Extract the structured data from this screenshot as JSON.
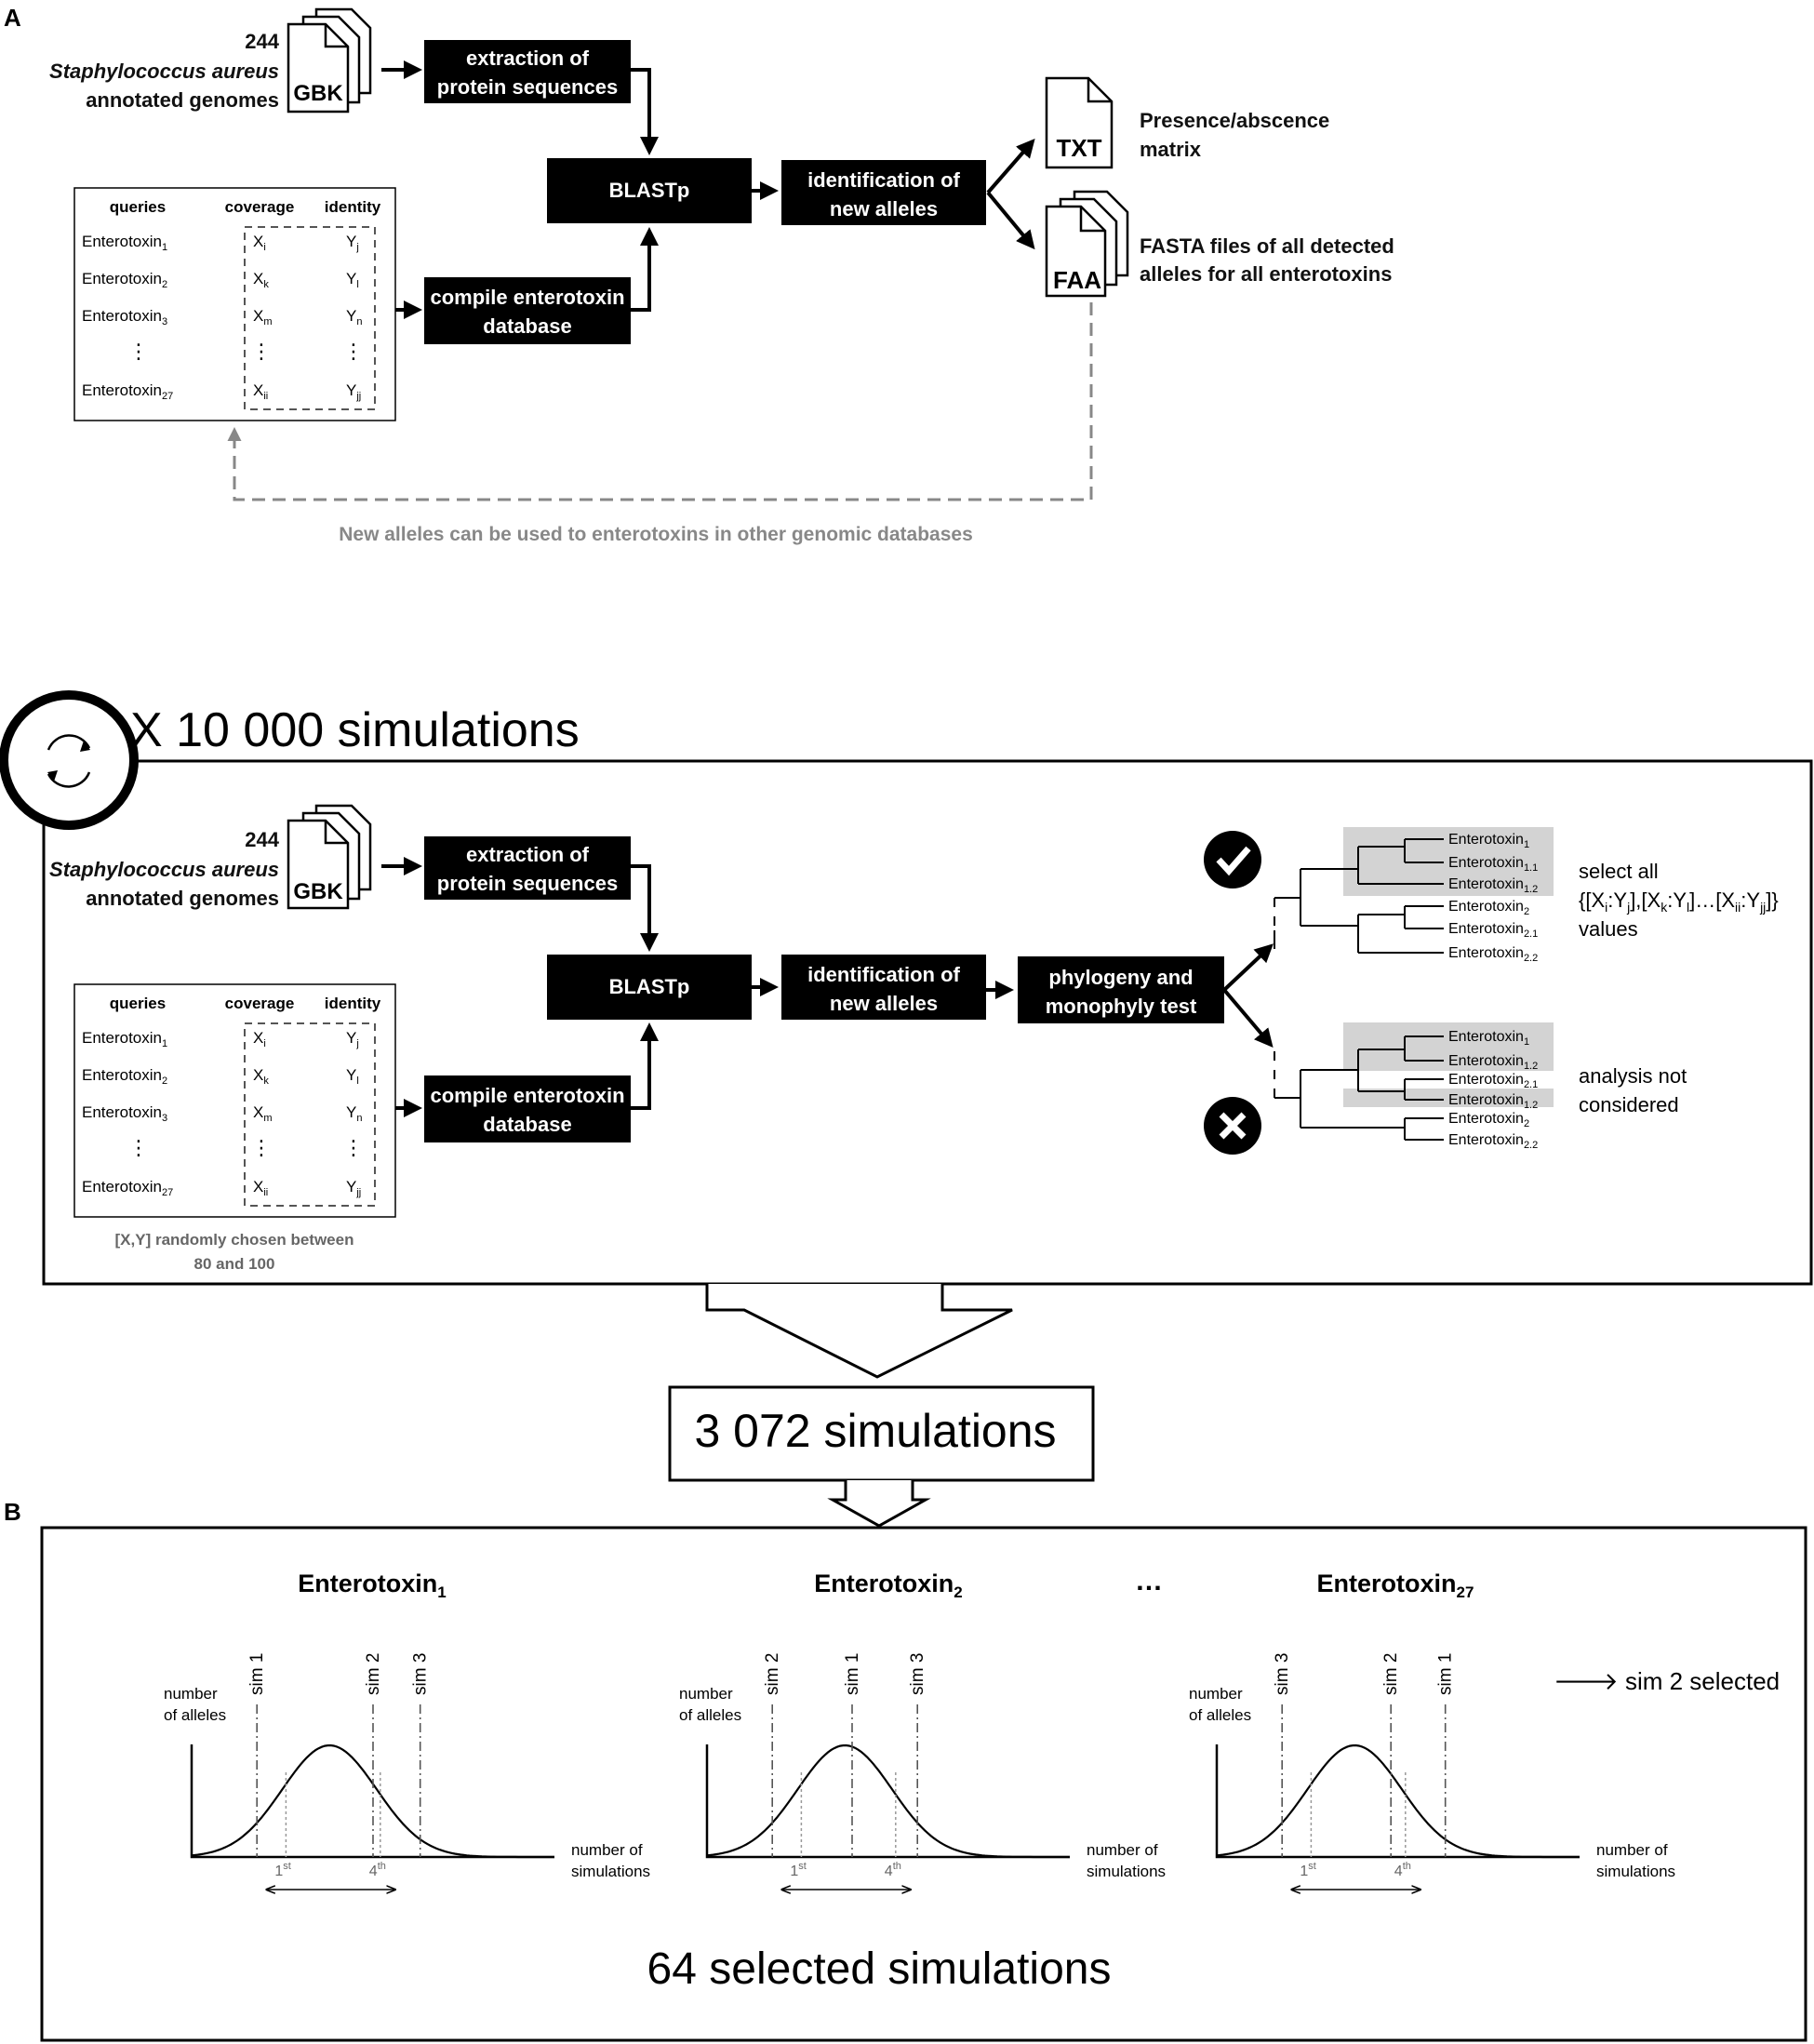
{
  "panel_a": {
    "label": "A",
    "genomes": {
      "count": "244",
      "species": "Staphylococcus aureus",
      "suffix": "annotated genomes",
      "file": "GBK"
    },
    "extraction": [
      "extraction of",
      "protein sequences"
    ],
    "blast": "BLASTp",
    "identification": [
      "identification of",
      "new alleles"
    ],
    "compile": [
      "compile enterotoxin",
      "database"
    ],
    "table": {
      "headers": [
        "queries",
        "coverage",
        "identity"
      ],
      "rows": [
        {
          "q": "Enterotoxin",
          "qs": "1",
          "c": "X",
          "cs": "i",
          "i": "Y",
          "is": "j"
        },
        {
          "q": "Enterotoxin",
          "qs": "2",
          "c": "X",
          "cs": "k",
          "i": "Y",
          "is": "l"
        },
        {
          "q": "Enterotoxin",
          "qs": "3",
          "c": "X",
          "cs": "m",
          "i": "Y",
          "is": "n"
        },
        {
          "q": "Enterotoxin",
          "qs": "27",
          "c": "X",
          "cs": "ii",
          "i": "Y",
          "is": "jj"
        }
      ]
    },
    "txt": {
      "file": "TXT",
      "label": [
        "Presence/abscence",
        "matrix"
      ]
    },
    "faa": {
      "file": "FAA",
      "label": [
        "FASTA files of all detected",
        "alleles for all enterotoxins"
      ]
    },
    "feedback": "New alleles can be used to enterotoxins in other genomic databases"
  },
  "sim": {
    "title": "X 10 000 simulations",
    "genomes": {
      "count": "244",
      "species": "Staphylococcus aureus",
      "suffix": "annotated genomes",
      "file": "GBK"
    },
    "extraction": [
      "extraction of",
      "protein sequences"
    ],
    "blast": "BLASTp",
    "identification": [
      "identification of",
      "new alleles"
    ],
    "phylogeny": [
      "phylogeny and",
      "monophyly test"
    ],
    "compile": [
      "compile enterotoxin",
      "database"
    ],
    "table": {
      "headers": [
        "queries",
        "coverage",
        "identity"
      ],
      "rows": [
        {
          "q": "Enterotoxin",
          "qs": "1",
          "c": "X",
          "cs": "i",
          "i": "Y",
          "is": "j"
        },
        {
          "q": "Enterotoxin",
          "qs": "2",
          "c": "X",
          "cs": "k",
          "i": "Y",
          "is": "l"
        },
        {
          "q": "Enterotoxin",
          "qs": "3",
          "c": "X",
          "cs": "m",
          "i": "Y",
          "is": "n"
        },
        {
          "q": "Enterotoxin",
          "qs": "27",
          "c": "X",
          "cs": "ii",
          "i": "Y",
          "is": "jj"
        }
      ]
    },
    "random_note": [
      "[X,Y] randomly chosen between",
      "80 and 100"
    ],
    "tree_good": [
      {
        "b": "Enterotoxin",
        "s": "1"
      },
      {
        "b": "Enterotoxin",
        "s": "1.1"
      },
      {
        "b": "Enterotoxin",
        "s": "1.2"
      },
      {
        "b": "Enterotoxin",
        "s": "2"
      },
      {
        "b": "Enterotoxin",
        "s": "2.1"
      },
      {
        "b": "Enterotoxin",
        "s": "2.2"
      }
    ],
    "tree_bad": [
      {
        "b": "Enterotoxin",
        "s": "1"
      },
      {
        "b": "Enterotoxin",
        "s": "1.2"
      },
      {
        "b": "Enterotoxin",
        "s": "2.1"
      },
      {
        "b": "Enterotoxin",
        "s": "1.2"
      },
      {
        "b": "Enterotoxin",
        "s": "2"
      },
      {
        "b": "Enterotoxin",
        "s": "2.2"
      }
    ],
    "select_label": [
      "select all",
      "{[X",
      "i",
      ":Y",
      "j",
      "],[X",
      "k",
      ":Y",
      "l",
      "]…[X",
      "ii",
      ":Y",
      "jj",
      "]}",
      "values"
    ],
    "reject_label": [
      "analysis not",
      "considered"
    ]
  },
  "result": "3 072 simulations",
  "panel_b": {
    "label": "B",
    "dots": "…",
    "ylabel": [
      "number",
      "of alleles"
    ],
    "xlabel": [
      "number of",
      "simulations"
    ],
    "quartiles": {
      "first": "1",
      "first_sup": "st",
      "fourth": "4",
      "fourth_sup": "th"
    },
    "selection_note": "🡒 sim 2 selected",
    "bottom": "64 selected simulations",
    "charts": [
      {
        "title": "Enterotoxin",
        "sub": "1",
        "sims": [
          {
            "label": "sim 1",
            "pos": 0.18
          },
          {
            "label": "sim 2",
            "pos": 0.5
          },
          {
            "label": "sim 3",
            "pos": 0.63
          }
        ]
      },
      {
        "title": "Enterotoxin",
        "sub": "2",
        "sims": [
          {
            "label": "sim 2",
            "pos": 0.18
          },
          {
            "label": "sim 1",
            "pos": 0.4
          },
          {
            "label": "sim 3",
            "pos": 0.58
          }
        ]
      },
      {
        "title": "Enterotoxin",
        "sub": "27",
        "sims": [
          {
            "label": "sim 3",
            "pos": 0.18
          },
          {
            "label": "sim 2",
            "pos": 0.48
          },
          {
            "label": "sim 1",
            "pos": 0.63
          }
        ]
      }
    ]
  }
}
